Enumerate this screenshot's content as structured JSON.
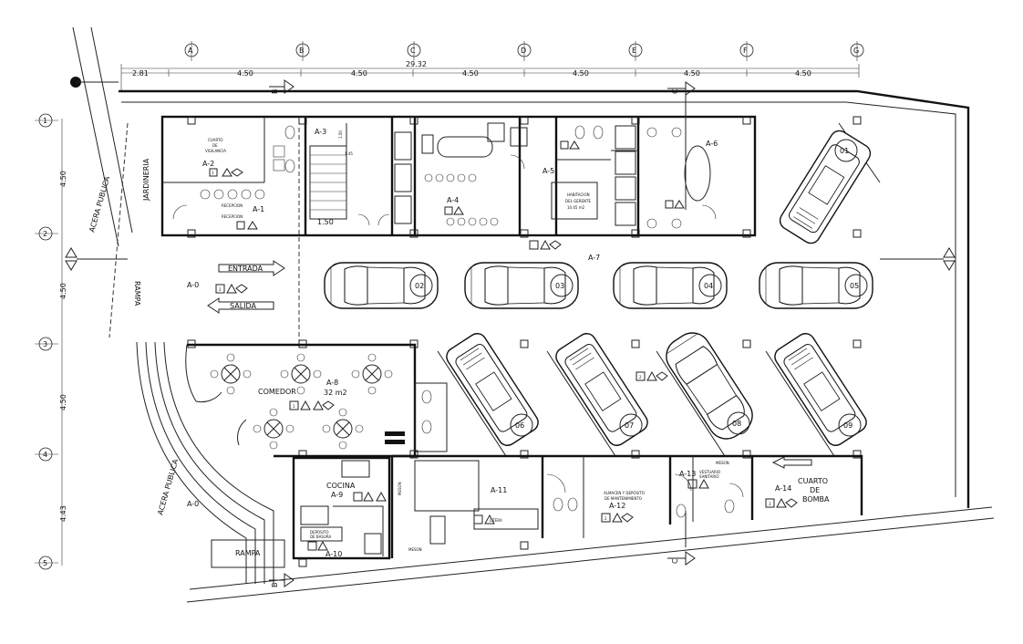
{
  "grid": {
    "columns": [
      "A",
      "B",
      "C",
      "D",
      "E",
      "F",
      "G"
    ],
    "rows": [
      "1",
      "2",
      "3",
      "4",
      "5"
    ],
    "total": "29.32",
    "col_dims": [
      "2.81",
      "4.50",
      "4.50",
      "4.50",
      "4.50",
      "4.50",
      "4.50"
    ],
    "row_dims": [
      "4.50",
      "4.50",
      "4.50",
      "4.43"
    ]
  },
  "rooms": {
    "a0_top": "A-0",
    "a0_bottom": "A-0",
    "a1": "A-1",
    "a2": "A-2",
    "a3": "A-3",
    "a4": "A-4",
    "a5": "A-5",
    "a6": "A-6",
    "a7": "A-7",
    "a8": "A-8",
    "a8_area": "32 m2",
    "a9": "A-9",
    "a10": "A-10",
    "a11": "A-11",
    "a12": "A-12",
    "a13": "A-13",
    "a14": "A-14",
    "comedor": "COMEDOR",
    "cocina": "COCINA",
    "cuarto": "CUARTO",
    "de": "DE",
    "bomba": "BOMBA",
    "rampa": "RAMPA",
    "rampa_side": "RAMPA",
    "entrada": "ENTRADA",
    "salida": "SALIDA",
    "jardineria": "JARDINERIA",
    "acera_top": "ACERA PUBLICA",
    "acera_bottom": "ACERA PUBLICA",
    "almacen1": "ALMACEN Y DEPOSITO",
    "almacen2": "DE MANTENIMIENTO",
    "habitacion": "HABITACION",
    "del_gerente": "DEL GERENTE",
    "hab_area": "10.45 m2",
    "vestuario": "VESTUARIO",
    "sanitario": "SANITARIO",
    "meson1": "MESON",
    "meson2": "MESON",
    "meson3": "MESON",
    "litera": "LITERA",
    "deposito": "DEPOSITO",
    "de_basura": "DE BASURA",
    "cuarto_vigilancia_1": "CUARTO",
    "cuarto_vigilancia_2": "DE",
    "cuarto_vigilancia_3": "VIGILANCIA",
    "recepcion": "RECEPCION",
    "dim_145": "1.45",
    "dim_150a": "1.50",
    "dim_150b": "1.50"
  },
  "access": {
    "a2": "2",
    "a3": "3",
    "a1": "1"
  },
  "parking": [
    "01",
    "02",
    "03",
    "04",
    "05",
    "06",
    "07",
    "08",
    "09"
  ],
  "sections": {
    "b": "B",
    "c": "C",
    "a": "A"
  }
}
